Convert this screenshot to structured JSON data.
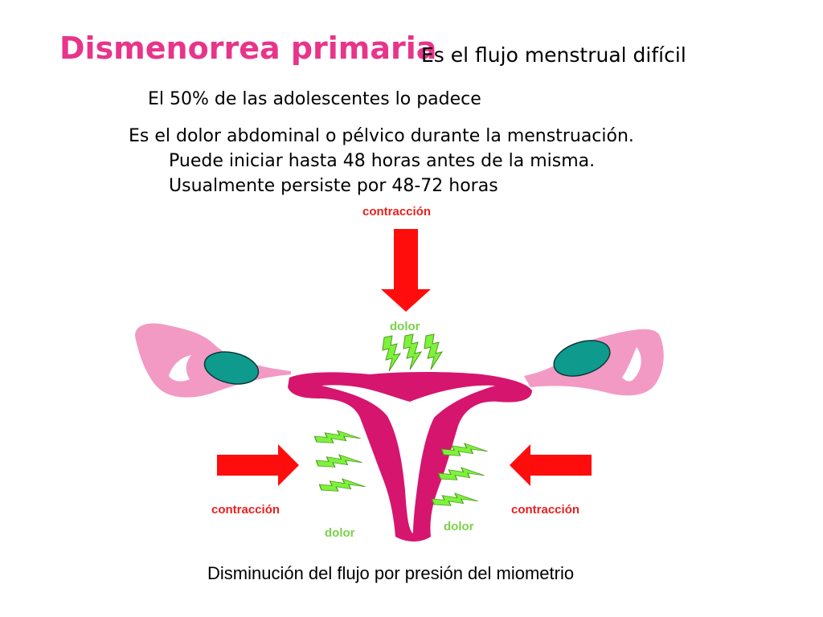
{
  "slide": {
    "title": "Dismenorrea primaria",
    "subtitle": "Es el flujo menstrual difícil",
    "stat": "El 50% de las adolescentes lo padece",
    "description": [
      "Es el dolor abdominal o pélvico durante la menstruación.",
      "Puede iniciar hasta 48 horas antes de la misma.",
      "Usualmente persiste por 48-72 horas"
    ],
    "caption": "Disminución del flujo por presión del miometrio"
  },
  "diagram": {
    "labels": {
      "contraction_top": "contracción",
      "contraction_left": "contracción",
      "contraction_right": "contracción",
      "pain_top": "dolor",
      "pain_left": "dolor",
      "pain_right": "dolor"
    },
    "colors": {
      "title": "#e8348a",
      "arrow": "#ff0d0d",
      "label_red": "#e8201e",
      "label_green": "#7ad14a",
      "uterus": "#d6156f",
      "tube": "#f29ac4",
      "ovary": "#0f9a8e",
      "bolt": "#7ef23a"
    }
  }
}
